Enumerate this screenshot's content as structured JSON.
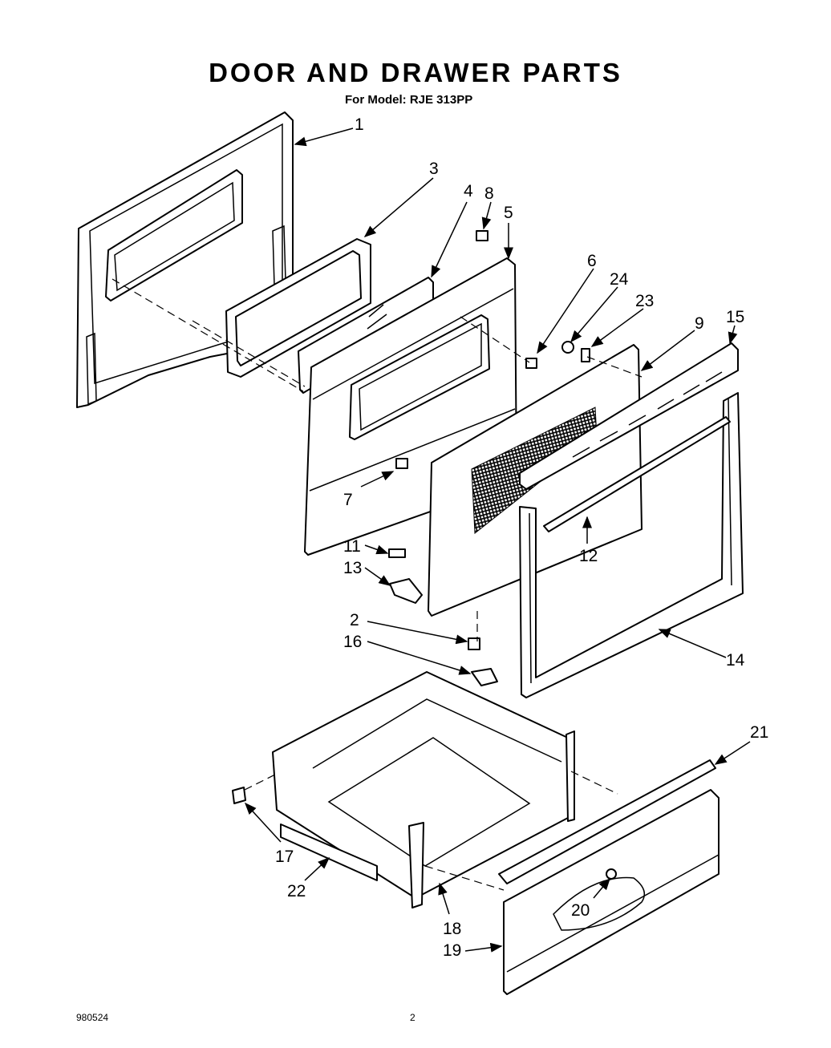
{
  "header": {
    "title": "DOOR AND DRAWER PARTS",
    "subtitle": "For Model: RJE 313PP"
  },
  "footer": {
    "code": "980524",
    "page": "2"
  },
  "callouts": {
    "c1": "1",
    "c2": "2",
    "c3": "3",
    "c4": "4",
    "c5": "5",
    "c6": "6",
    "c7": "7",
    "c8": "8",
    "c9": "9",
    "c11": "11",
    "c12": "12",
    "c13": "13",
    "c14": "14",
    "c15": "15",
    "c16": "16",
    "c17": "17",
    "c18": "18",
    "c19": "19",
    "c20": "20",
    "c21": "21",
    "c22": "22",
    "c23": "23",
    "c24": "24"
  }
}
